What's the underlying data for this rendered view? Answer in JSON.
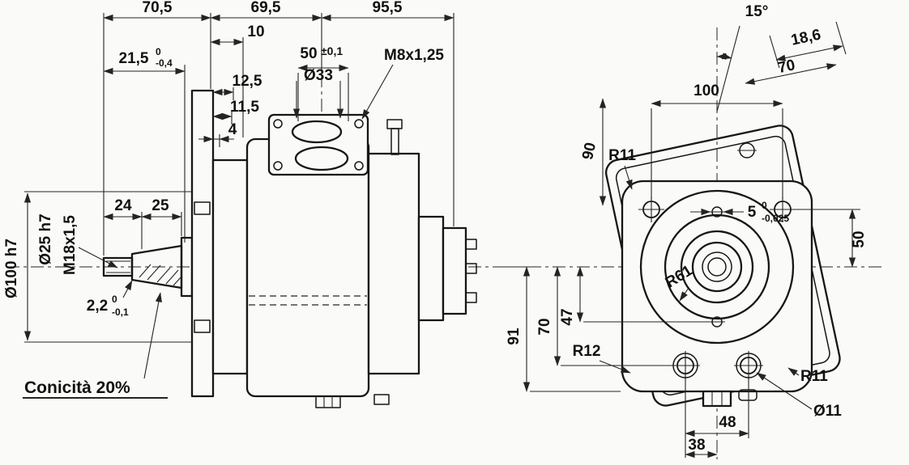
{
  "colors": {
    "ink": "#161616",
    "paper": "#fafaf8"
  },
  "side_view": {
    "chain": {
      "a": "70,5",
      "b": "69,5",
      "c": "95,5"
    },
    "dims": {
      "d10": "10",
      "d21_5": "21,5",
      "d21_5_hi": "0",
      "d21_5_lo": "-0,4",
      "d50": "50",
      "d50_tol": "±0,1",
      "m8": "M8x1,25",
      "d33": "Ø33",
      "d12_5": "12,5",
      "d11_5": "11,5",
      "d4": "4",
      "d24": "24",
      "d25": "25",
      "shaft_dia": "Ø25 h7",
      "shaft_thread": "M18x1,5",
      "pilot_dia": "Ø100 h7",
      "d2_2": "2,2",
      "d2_2_hi": "0",
      "d2_2_lo": "-0,1",
      "taper_note": "Conicità 20%"
    }
  },
  "front_view": {
    "dims": {
      "angle": "15°",
      "d18_6": "18,6",
      "d70_top": "70",
      "d100": "100",
      "d90": "90",
      "r11_top": "R11",
      "d5": "5",
      "d5_hi": "0",
      "d5_lo": "-0,025",
      "d50": "50",
      "r61": "R61",
      "d47": "47",
      "d70_left": "70",
      "d91": "91",
      "r12": "R12",
      "r11_bottom": "R11",
      "hole_dia": "Ø11",
      "d48": "48",
      "d38": "38"
    }
  }
}
